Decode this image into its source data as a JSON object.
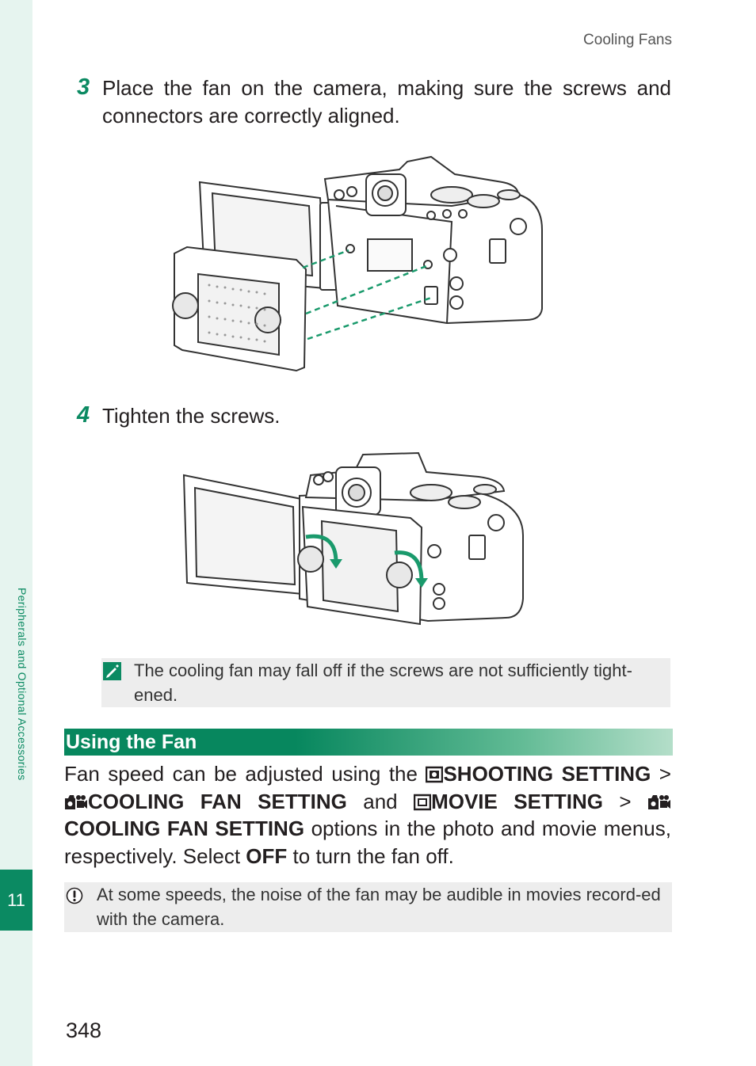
{
  "header": {
    "running_title": "Cooling Fans"
  },
  "sidebar": {
    "chapter_label": "Peripherals and Optional Accessories",
    "chapter_number": "11"
  },
  "steps": [
    {
      "number": "3",
      "text": "Place the fan on the camera, making sure the screws and connectors are correctly aligned."
    },
    {
      "number": "4",
      "text": "Tighten the screws."
    }
  ],
  "note": {
    "icon": "note-pencil-icon",
    "text": "The cooling fan may fall off if the screws are not sufficiently tight-ened."
  },
  "section": {
    "title": "Using the Fan",
    "paragraph": {
      "t1": "Fan speed can be adjusted using the",
      "shooting": "SHOOTING SETTING",
      "gt1": ">",
      "cooling1": "COOLING FAN SETTING",
      "and": "and",
      "movie": "MOVIE SETTING",
      "gt2": ">",
      "cooling2": "COOLING FAN SETTING",
      "t2": "options in the photo and movie menus, respectively. Select",
      "off": "OFF",
      "t3": "to turn the fan off."
    }
  },
  "caution": {
    "icon": "caution-exclamation-icon",
    "text": "At some speeds, the noise of the fan may be audible in movies record-ed with the camera."
  },
  "page_number": "348",
  "colors": {
    "accent": "#0b8a62",
    "sidebar_bg": "#e6f4ef",
    "note_bg": "#ededed",
    "dashed_line": "#1a9a6c"
  }
}
